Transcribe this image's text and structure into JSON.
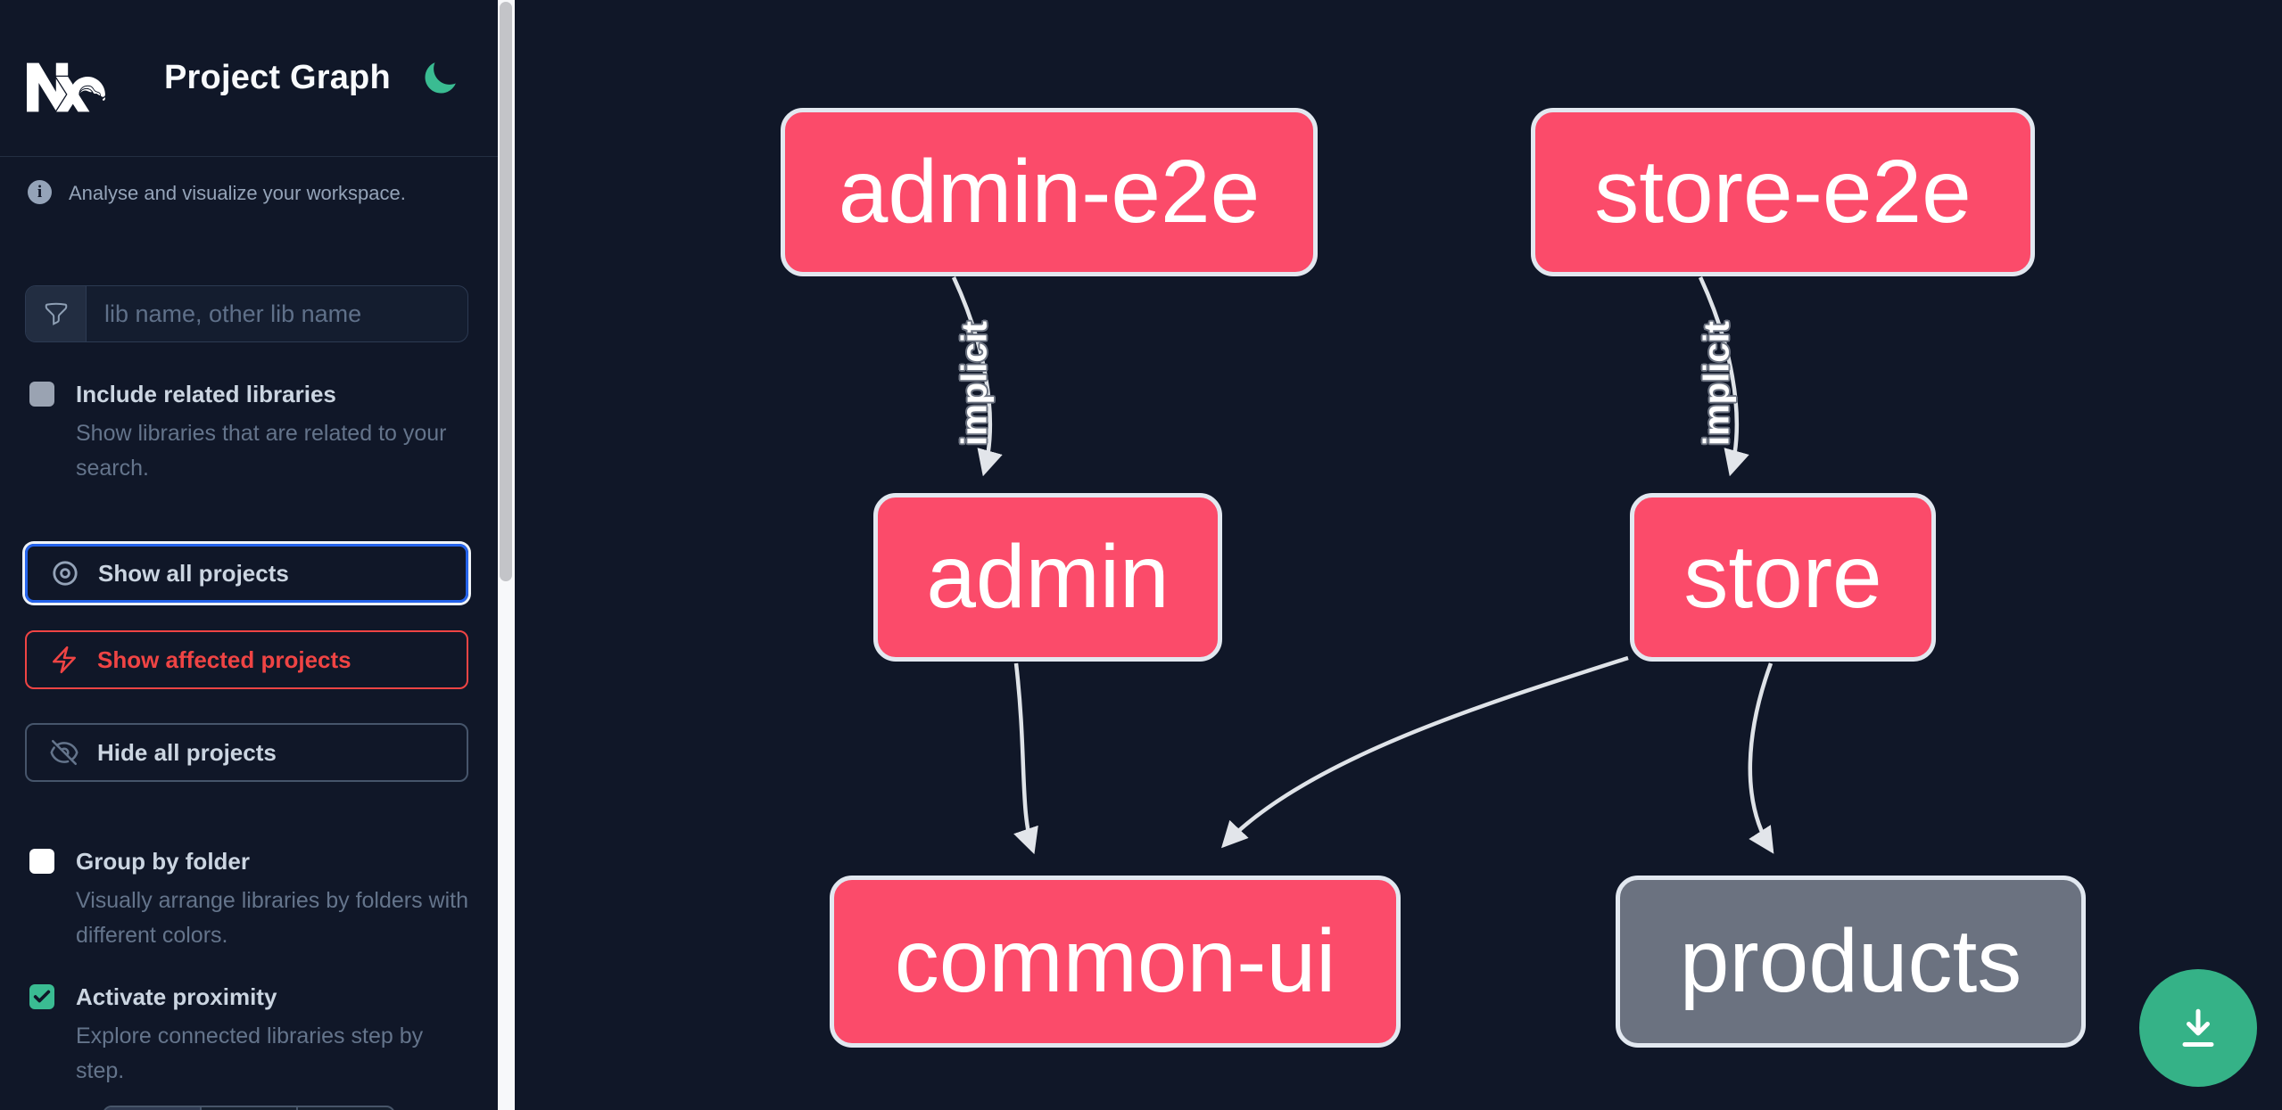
{
  "app": {
    "title": "Project Graph",
    "logo_name": "Nx",
    "tagline": "Analyse and visualize your workspace."
  },
  "search": {
    "placeholder": "lib name, other lib name"
  },
  "checkboxes": [
    {
      "label": "Include related libraries",
      "description": "Show libraries that are related to your search.",
      "checked": false
    },
    {
      "label": "Group by folder",
      "description": "Visually arrange libraries by folders with different colors.",
      "checked": false
    },
    {
      "label": "Activate proximity",
      "description": "Explore connected libraries step by step.",
      "checked": true
    }
  ],
  "buttons": [
    {
      "label": "Show all projects",
      "icon": "eye-icon",
      "state": "focused"
    },
    {
      "label": "Show affected projects",
      "icon": "bolt-icon",
      "state": "affected"
    },
    {
      "label": "Hide all projects",
      "icon": "eye-off-icon",
      "state": "default"
    }
  ],
  "graph": {
    "nodes": [
      {
        "id": "admin-e2e",
        "label": "admin-e2e",
        "type": "app",
        "color": "pink"
      },
      {
        "id": "store-e2e",
        "label": "store-e2e",
        "type": "app",
        "color": "pink"
      },
      {
        "id": "admin",
        "label": "admin",
        "type": "app",
        "color": "pink"
      },
      {
        "id": "store",
        "label": "store",
        "type": "app",
        "color": "pink"
      },
      {
        "id": "common-ui",
        "label": "common-ui",
        "type": "lib",
        "color": "pink"
      },
      {
        "id": "products",
        "label": "products",
        "type": "lib",
        "color": "gray"
      }
    ],
    "edges": [
      {
        "source": "admin-e2e",
        "target": "admin",
        "label": "implicit"
      },
      {
        "source": "store-e2e",
        "target": "store",
        "label": "implicit"
      },
      {
        "source": "admin",
        "target": "common-ui",
        "label": ""
      },
      {
        "source": "store",
        "target": "common-ui",
        "label": ""
      },
      {
        "source": "store",
        "target": "products",
        "label": ""
      }
    ]
  },
  "colors": {
    "node_pink": "#fb4b6a",
    "node_gray": "#6b7280",
    "accent_green": "#3abc92",
    "focus_blue": "#2563eb",
    "affected_red": "#ef4444",
    "background": "#101728"
  }
}
